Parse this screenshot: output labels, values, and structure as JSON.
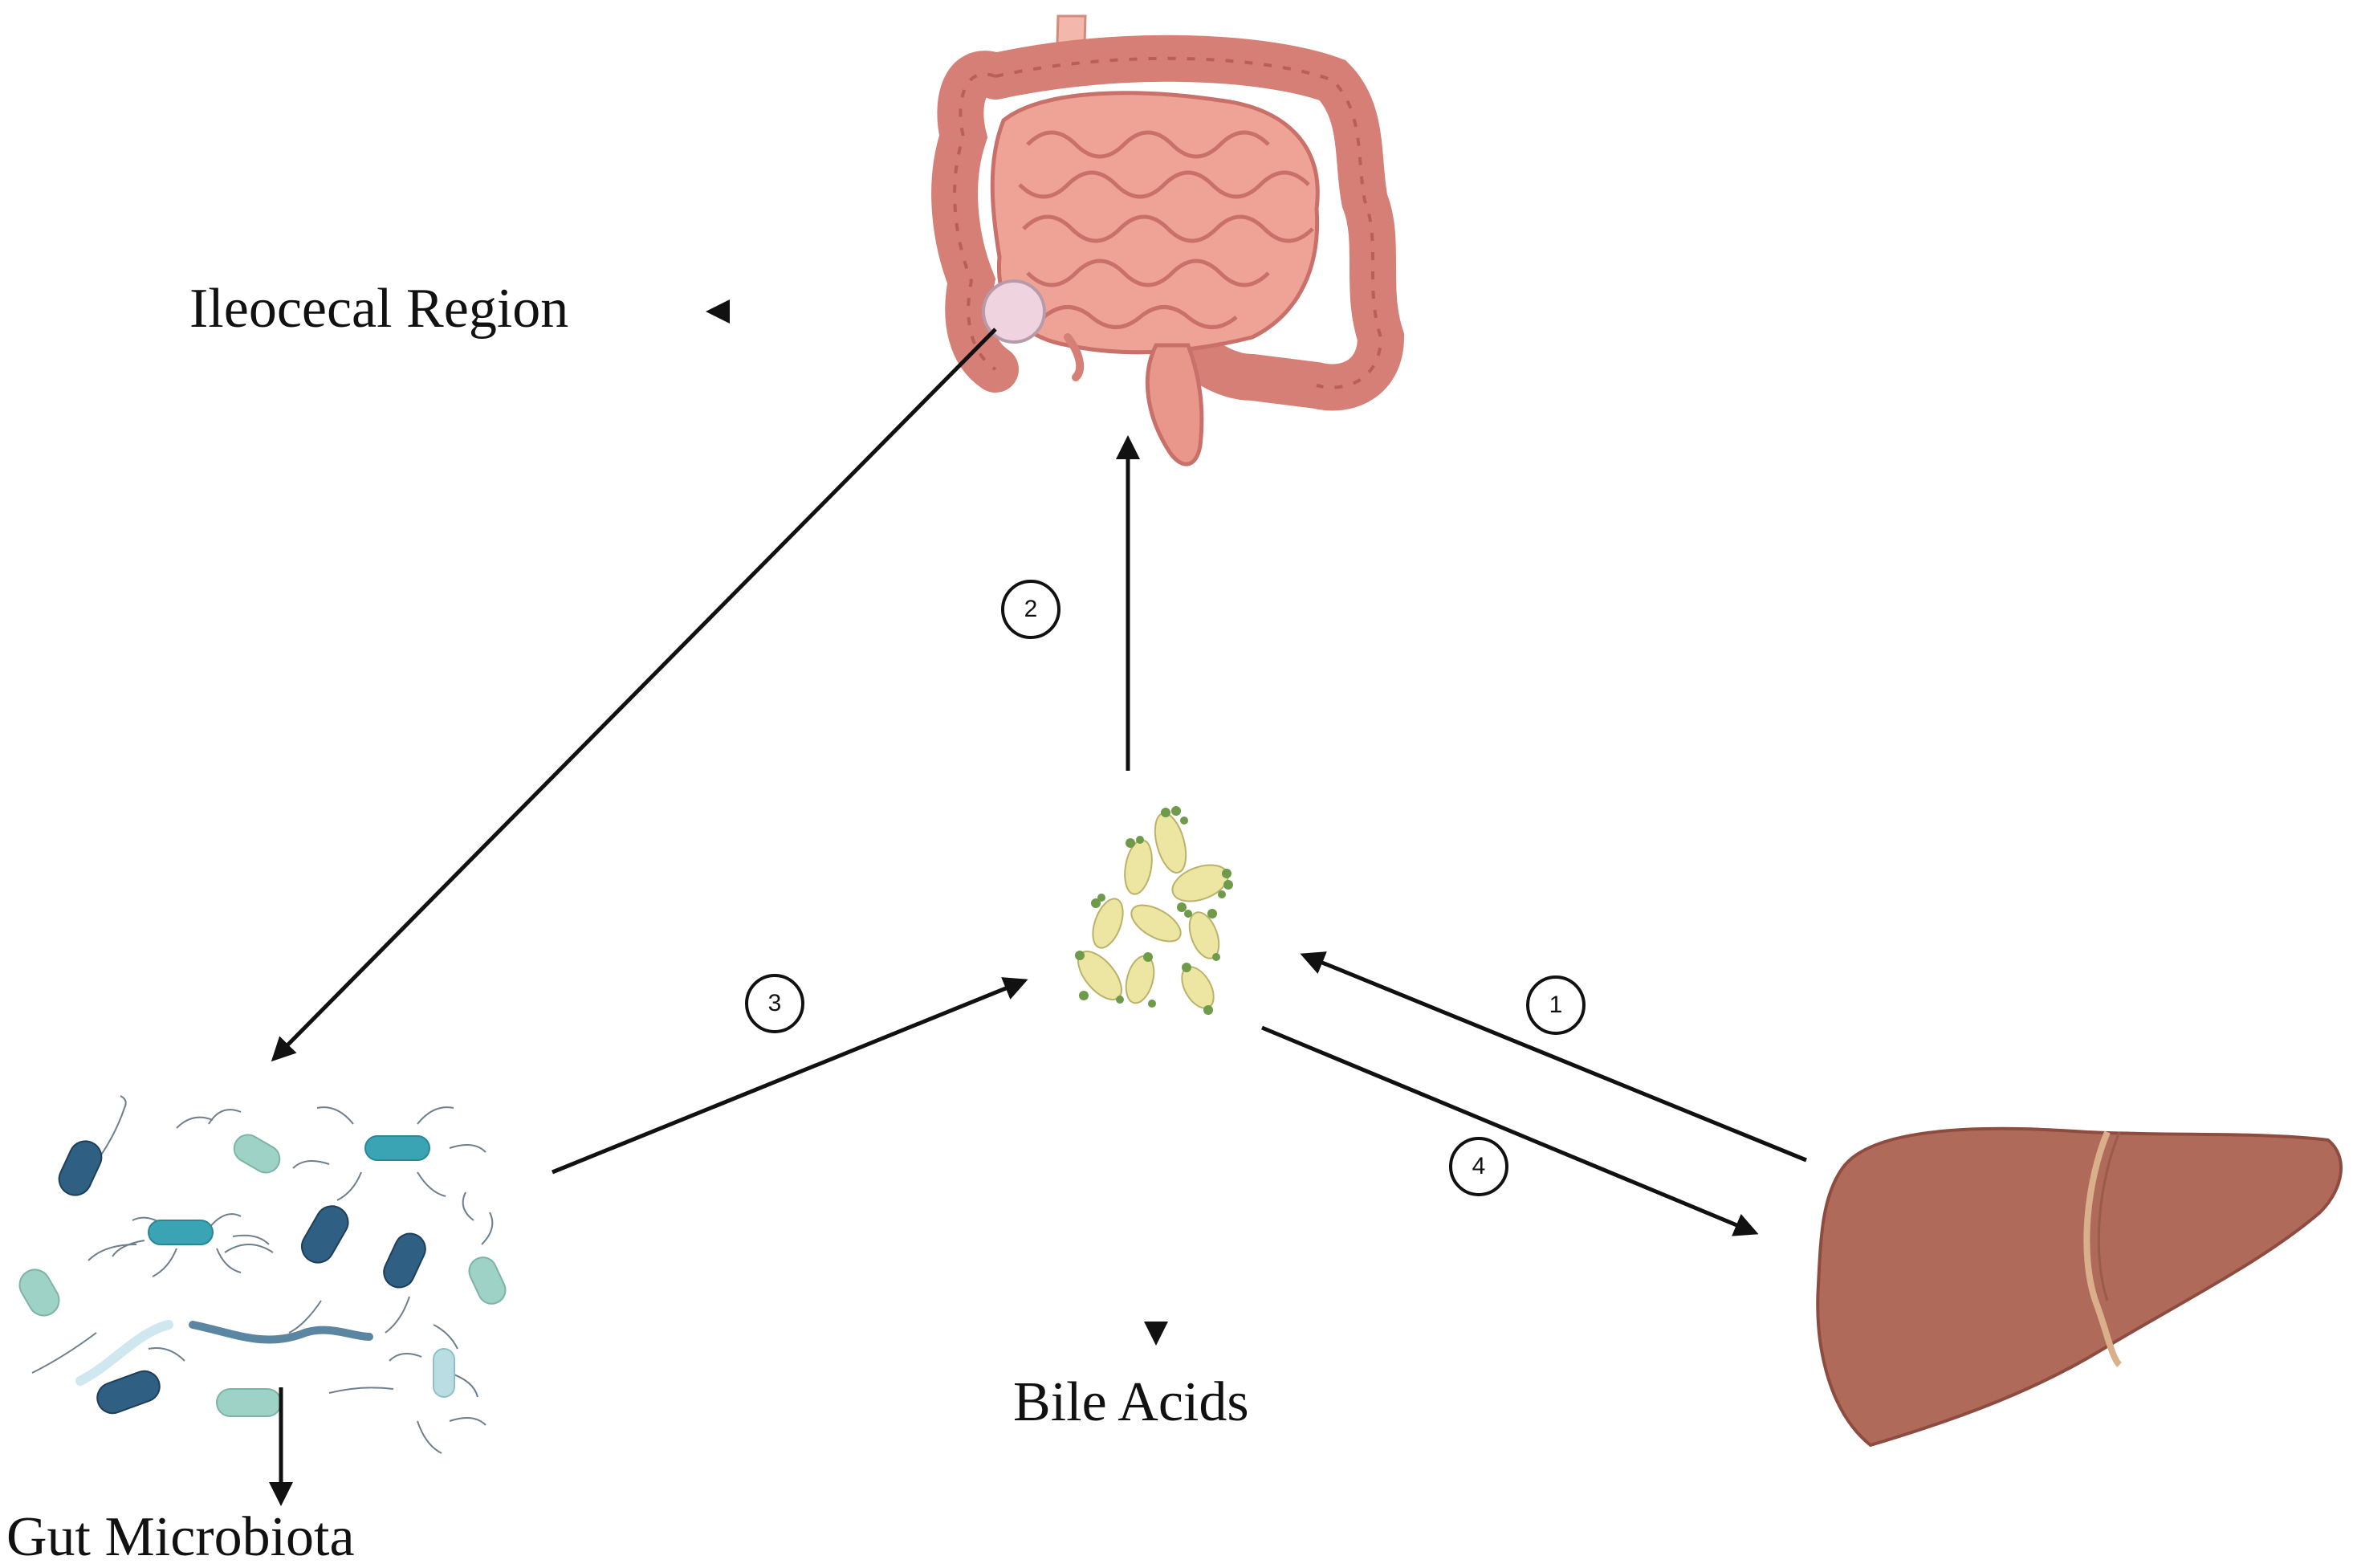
{
  "labels": {
    "ileocecal": "Ileocecal Region",
    "bile_acids": "Bile Acids",
    "gut_microbiota": "Gut Microbiota"
  },
  "steps": [
    "1",
    "2",
    "3",
    "4"
  ],
  "colors": {
    "intestine": "#e89a8c",
    "intestine_dark": "#c9706a",
    "liver": "#b06a5a",
    "liver_dark": "#8e4c40",
    "bile_yellow": "#ece6a2",
    "bile_green": "#6e9a4a",
    "bacteria_dark": "#2f5f82",
    "bacteria_teal": "#3aa3b4",
    "bacteria_light": "#9fd2c6",
    "arrow": "#111111"
  },
  "icons": [
    "intestine-icon",
    "liver-icon",
    "bile-acid-molecules-icon",
    "gut-bacteria-icon"
  ]
}
